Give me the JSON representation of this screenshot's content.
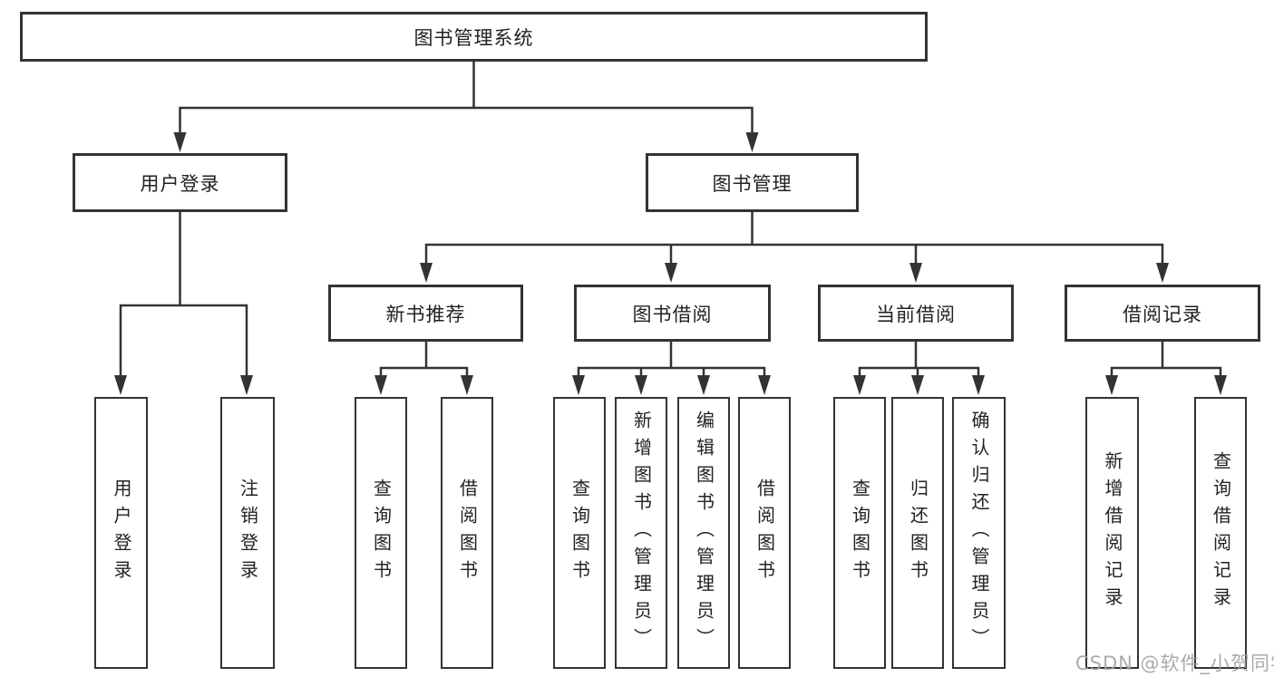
{
  "diagram": {
    "root_label": "图书管理系统",
    "user_login": {
      "label": "用户登录",
      "children": [
        "用户登录",
        "注销登录"
      ]
    },
    "book_mgmt": {
      "label": "图书管理",
      "sections": [
        {
          "label": "新书推荐",
          "children": [
            "查询图书",
            "借阅图书"
          ]
        },
        {
          "label": "图书借阅",
          "children": [
            "查询图书",
            "新增图书（管理员）",
            "编辑图书（管理员）",
            "借阅图书"
          ]
        },
        {
          "label": "当前借阅",
          "children": [
            "查询图书",
            "归还图书",
            "确认归还（管理员）"
          ]
        },
        {
          "label": "借阅记录",
          "children": [
            "新增借阅记录",
            "查询借阅记录"
          ]
        }
      ]
    }
  },
  "watermark": "CSDN @软件_小贺同学",
  "colors": {
    "line": "#333333",
    "text": "#222222",
    "background": "#ffffff",
    "watermark": "#a3a3a3"
  }
}
